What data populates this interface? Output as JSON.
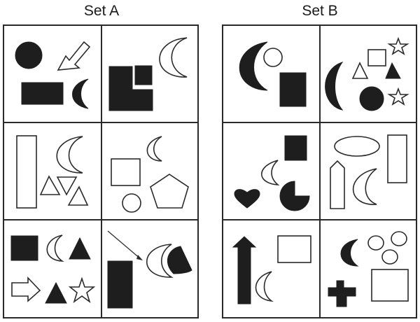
{
  "sets": [
    {
      "title": "Set A",
      "cells": [
        {
          "row": 1,
          "col": 1,
          "shapes": [
            "filled-circle",
            "outline-arrow-down-left",
            "filled-rectangle",
            "filled-crescent"
          ]
        },
        {
          "row": 1,
          "col": 2,
          "shapes": [
            "filled-L-shape",
            "filled-square",
            "outline-crescent"
          ]
        },
        {
          "row": 2,
          "col": 1,
          "shapes": [
            "outline-tall-rectangle",
            "outline-crescent",
            "outline-triangle",
            "outline-inverted-triangle",
            "outline-triangle"
          ]
        },
        {
          "row": 2,
          "col": 2,
          "shapes": [
            "outline-crescent",
            "outline-square",
            "outline-circle",
            "outline-pentagon"
          ]
        },
        {
          "row": 3,
          "col": 1,
          "shapes": [
            "filled-square",
            "outline-crescent",
            "filled-triangle",
            "outline-arrow-right",
            "filled-triangle",
            "outline-star"
          ]
        },
        {
          "row": 3,
          "col": 2,
          "shapes": [
            "line-arrow",
            "outline-crescent",
            "filled-circle-segment",
            "filled-tall-rectangle"
          ]
        }
      ]
    },
    {
      "title": "Set B",
      "cells": [
        {
          "row": 1,
          "col": 1,
          "shapes": [
            "filled-crescent",
            "outline-circle",
            "filled-rectangle"
          ]
        },
        {
          "row": 1,
          "col": 2,
          "shapes": [
            "filled-crescent",
            "outline-triangle",
            "outline-rectangle",
            "outline-star",
            "filled-triangle",
            "filled-circle",
            "outline-star"
          ]
        },
        {
          "row": 2,
          "col": 1,
          "shapes": [
            "filled-square",
            "outline-crescent",
            "filled-heart",
            "filled-pie-three-quarter"
          ]
        },
        {
          "row": 2,
          "col": 2,
          "shapes": [
            "outline-ellipse",
            "outline-tall-rectangle",
            "outline-pencil-shape",
            "outline-crescent"
          ]
        },
        {
          "row": 3,
          "col": 1,
          "shapes": [
            "filled-arrow-up",
            "outline-rectangle",
            "outline-crescent"
          ]
        },
        {
          "row": 3,
          "col": 2,
          "shapes": [
            "filled-crescent",
            "outline-circle",
            "outline-circle",
            "outline-circle",
            "outline-square",
            "filled-cross"
          ]
        }
      ]
    }
  ],
  "colors": {
    "fill": "#1e1e1e",
    "stroke": "#2a2a2a",
    "background": "#ffffff"
  }
}
